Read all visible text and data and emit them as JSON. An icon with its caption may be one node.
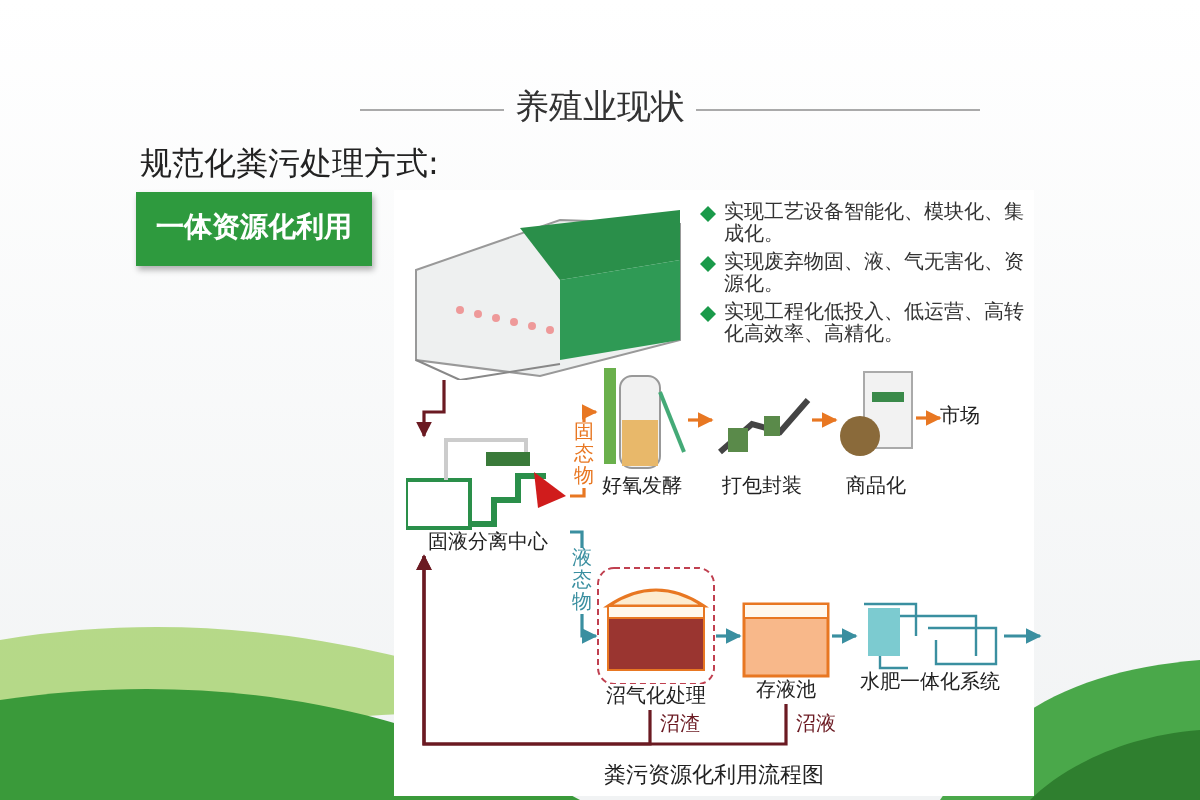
{
  "diagram": {
    "title": "养殖业现状",
    "caption": "粪污资源化利用流程图",
    "nodes": [
      {
        "text": [
          "一体资源化利用"
        ]
      },
      {
        "text": [],
        "shape": "picture"
      },
      {
        "text": [
          "固液分离中心"
        ]
      },
      {
        "text": [
          "好氧发酵"
        ]
      },
      {
        "text": [
          "打包封装"
        ]
      },
      {
        "text": [
          "商品化"
        ]
      },
      {
        "text": [
          "市场"
        ]
      },
      {
        "text": [
          "沼气化处理"
        ]
      },
      {
        "text": [
          "存液池"
        ]
      },
      {
        "text": [
          "水肥一体化系统"
        ]
      }
    ],
    "edges": [
      {
        "from": 1,
        "to": 2,
        "arrow": "to",
        "color": "#6b1a22"
      },
      {
        "from": 2,
        "to": 3,
        "arrow": "to",
        "label": "固态物",
        "color": "#e87722"
      },
      {
        "from": 3,
        "to": 4,
        "arrow": "to",
        "color": "#e87722"
      },
      {
        "from": 4,
        "to": 5,
        "arrow": "to",
        "color": "#e87722"
      },
      {
        "from": 5,
        "to": 6,
        "arrow": "to",
        "color": "#e87722"
      },
      {
        "from": 2,
        "to": 7,
        "arrow": "to",
        "label": "液态物",
        "color": "#3a8fa0"
      },
      {
        "from": 7,
        "to": 8,
        "arrow": "to",
        "color": "#3a8fa0"
      },
      {
        "from": 8,
        "to": 9,
        "arrow": "to",
        "color": "#3a8fa0"
      },
      {
        "from": 9,
        "to": null,
        "arrow": "to",
        "color": "#3a8fa0"
      },
      {
        "from": 7,
        "to": 2,
        "arrow": "to",
        "label": "沼渣",
        "color": "#6b1a22"
      },
      {
        "from": 8,
        "to": 2,
        "arrow": "to",
        "label": "沼液",
        "color": "#6b1a22"
      }
    ],
    "labels": [
      "规范化粪污处理方式:",
      "实现工艺设备智能化、模块化、集成化。",
      "实现废弃物固、液、气无害化、资源化。",
      "实现工程化低投入、低运营、高转化高效率、高精化。"
    ]
  }
}
